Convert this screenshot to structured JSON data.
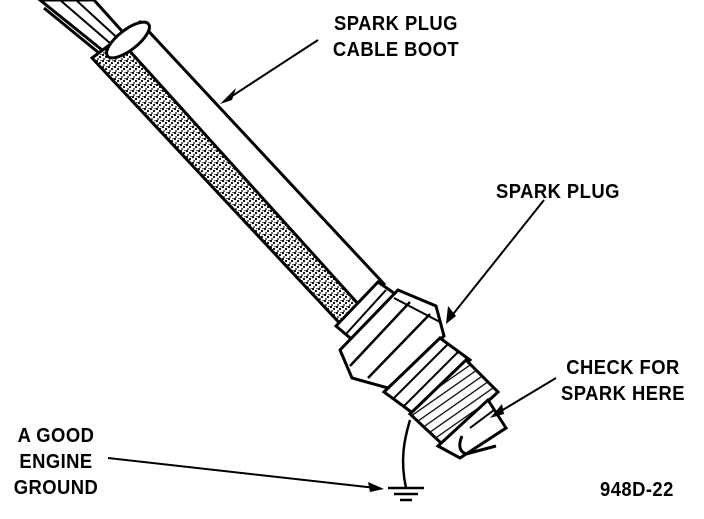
{
  "labels": {
    "cable_boot_line1": "SPARK PLUG",
    "cable_boot_line2": "CABLE BOOT",
    "spark_plug": "SPARK PLUG",
    "check_line1": "CHECK FOR",
    "check_line2": "SPARK HERE",
    "ground_line1": "A GOOD",
    "ground_line2": "ENGINE",
    "ground_line3": "GROUND",
    "figure_code": "948D-22"
  },
  "icons": {
    "ground": "ground-symbol-icon"
  }
}
